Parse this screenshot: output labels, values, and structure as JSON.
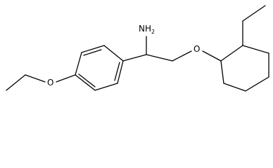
{
  "molecule": {
    "atoms": {
      "amine": {
        "symbol": "NH",
        "count": "2"
      },
      "ether_oxygen_chain": {
        "symbol": "O"
      },
      "ether_oxygen_aryl": {
        "symbol": "O"
      }
    }
  }
}
